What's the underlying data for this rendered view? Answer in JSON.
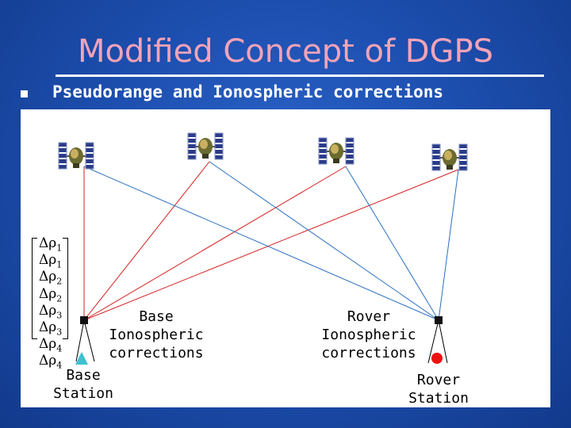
{
  "slide": {
    "title": "Modified Concept of DGPS",
    "bullet": "Pseudorange and Ionospheric corrections"
  },
  "diagram": {
    "base_label": "Base\nIonospheric\ncorrections",
    "rover_label": "Rover\nIonospheric\ncorrections",
    "base_station_label": "Base\nStation",
    "rover_station_label": "Rover\nStation",
    "matrix_symbol": "Δρ",
    "matrix_subscripts": [
      "1",
      "1",
      "2",
      "2",
      "3",
      "3",
      "4",
      "4"
    ],
    "colors": {
      "base_rays": "#d42020",
      "rover_rays": "#2a6fc0",
      "base_marker": "#40c0d0",
      "rover_marker": "#ee1111"
    },
    "icons": [
      "satellite-icon",
      "receiver-square-icon",
      "triangle-marker-icon",
      "circle-marker-icon"
    ]
  }
}
